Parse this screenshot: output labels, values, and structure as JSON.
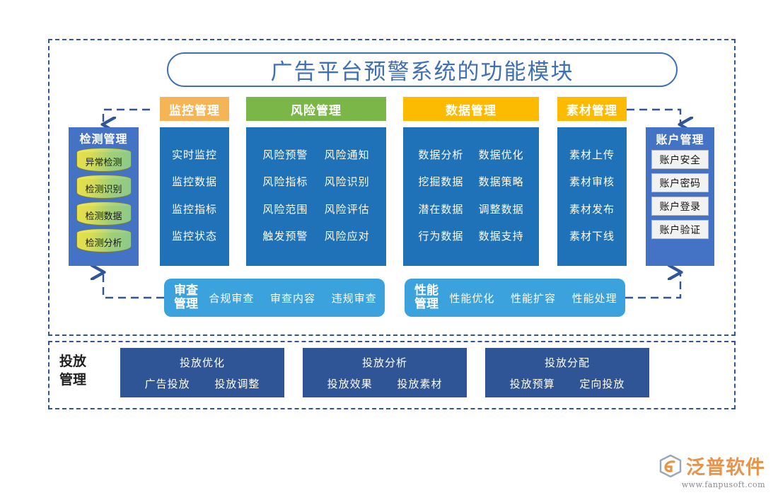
{
  "title": "广告平台预警系统的功能模块",
  "colors": {
    "dash_border": "#2f5597",
    "title_text": "#3f6fb5",
    "panel_blue": "#1f72b8",
    "side_blue": "#4472c4",
    "light_blue": "#3ba2dd",
    "dark_blue": "#2f5597",
    "orange": "#f5b556",
    "green": "#7ab648",
    "amber": "#fcba00"
  },
  "detection": {
    "title": "检测管理",
    "nodes": [
      "异常检测",
      "检测识别",
      "检测数据",
      "检测分析"
    ]
  },
  "account": {
    "title": "账户管理",
    "buttons": [
      "账户安全",
      "账户密码",
      "账户登录",
      "账户验证"
    ]
  },
  "columns": [
    {
      "header": "监控管理",
      "header_color": "#f5b556",
      "rows": [
        [
          "实时监控"
        ],
        [
          "监控数据"
        ],
        [
          "监控指标"
        ],
        [
          "监控状态"
        ]
      ]
    },
    {
      "header": "风险管理",
      "header_color": "#7ab648",
      "rows": [
        [
          "风险预警",
          "风险通知"
        ],
        [
          "风险指标",
          "风险识别"
        ],
        [
          "风险范围",
          "风险评估"
        ],
        [
          "触发预警",
          "风险应对"
        ]
      ]
    },
    {
      "header": "数据管理",
      "header_color": "#fcba00",
      "rows": [
        [
          "数据分析",
          "数据优化"
        ],
        [
          "挖掘数据",
          "数据策略"
        ],
        [
          "潜在数据",
          "调整数据"
        ],
        [
          "行为数据",
          "数据支持"
        ]
      ]
    },
    {
      "header": "素材管理",
      "header_color": "#fcba00",
      "rows": [
        [
          "素材上传"
        ],
        [
          "素材审核"
        ],
        [
          "素材发布"
        ],
        [
          "素材下线"
        ]
      ]
    }
  ],
  "wide_boxes": [
    {
      "title_line1": "审查",
      "title_line2": "管理",
      "items": [
        "合规审查",
        "审查内容",
        "违规审查"
      ]
    },
    {
      "title_line1": "性能",
      "title_line2": "管理",
      "items": [
        "性能优化",
        "性能扩容",
        "性能处理"
      ]
    }
  ],
  "delivery": {
    "title_line1": "投放",
    "title_line2": "管理",
    "boxes": [
      {
        "head": "投放优化",
        "items": [
          "广告投放",
          "投放调整"
        ]
      },
      {
        "head": "投放分析",
        "items": [
          "投放效果",
          "投放素材"
        ]
      },
      {
        "head": "投放分配",
        "items": [
          "投放预算",
          "定向投放"
        ]
      }
    ]
  },
  "logo": {
    "name": "泛普软件",
    "url": "www.fanpusoft.com"
  }
}
